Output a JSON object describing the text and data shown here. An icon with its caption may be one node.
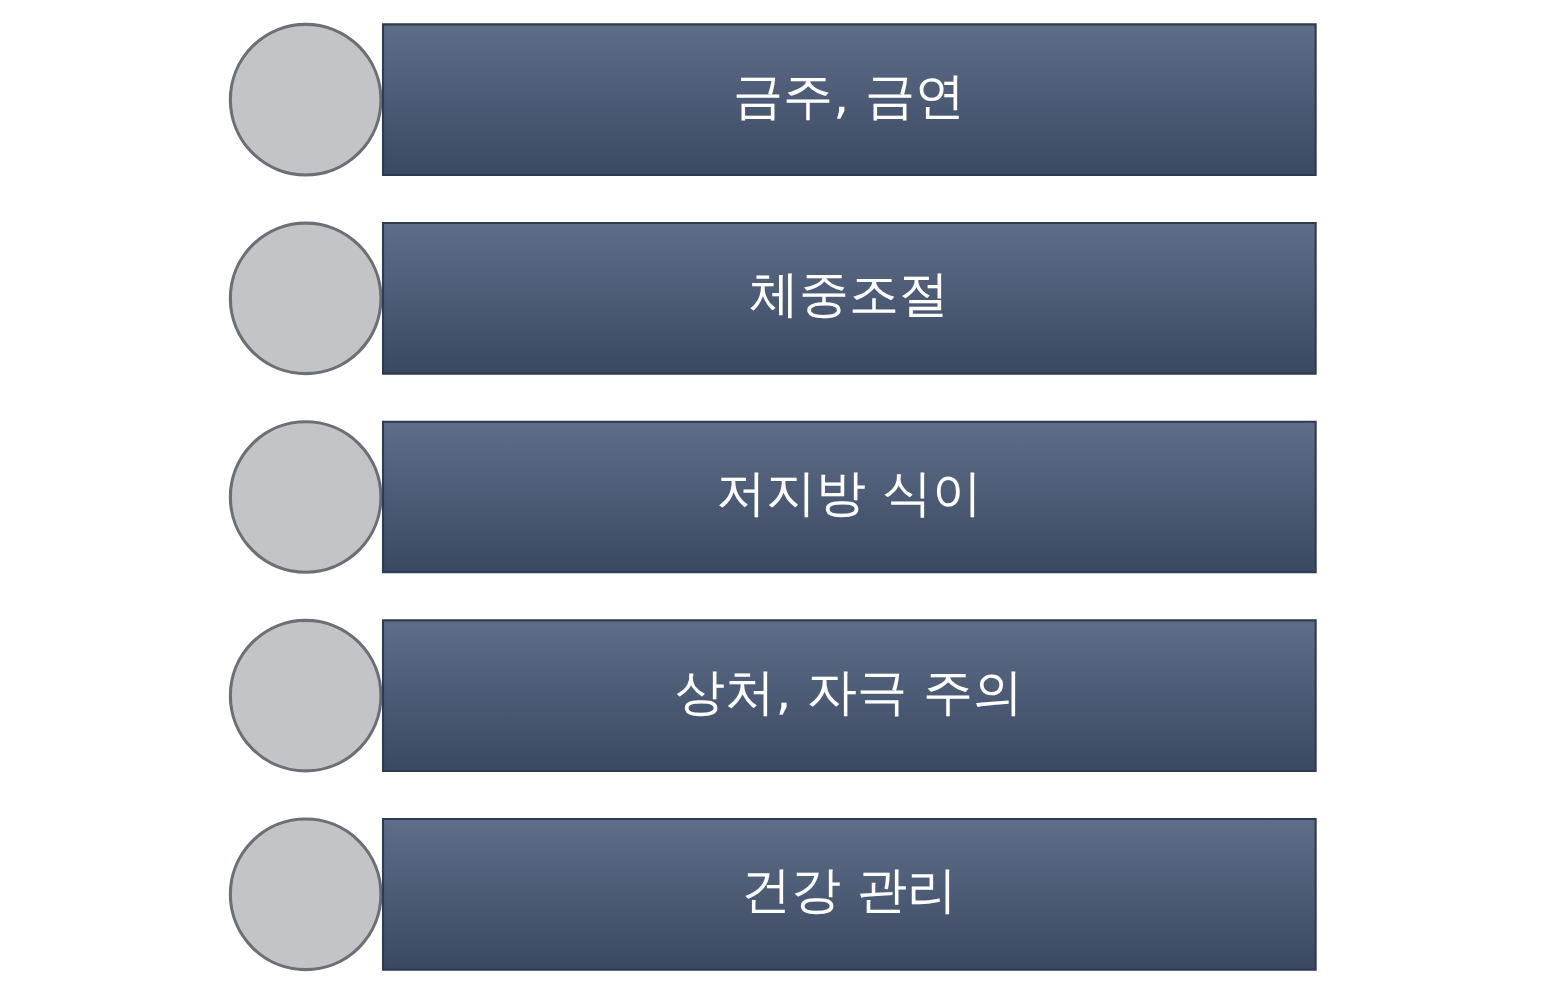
{
  "diagram": {
    "nodes": [
      {
        "text": [],
        "shape": "circle"
      },
      {
        "text": [
          "금주, 금연"
        ]
      },
      {
        "text": [],
        "shape": "circle"
      },
      {
        "text": [
          "체중조절"
        ]
      },
      {
        "text": [],
        "shape": "circle"
      },
      {
        "text": [
          "저지방 식이"
        ]
      },
      {
        "text": [],
        "shape": "circle"
      },
      {
        "text": [
          "상처, 자극 주의"
        ]
      },
      {
        "text": [],
        "shape": "circle"
      },
      {
        "text": [
          "건강 관리"
        ]
      }
    ]
  }
}
